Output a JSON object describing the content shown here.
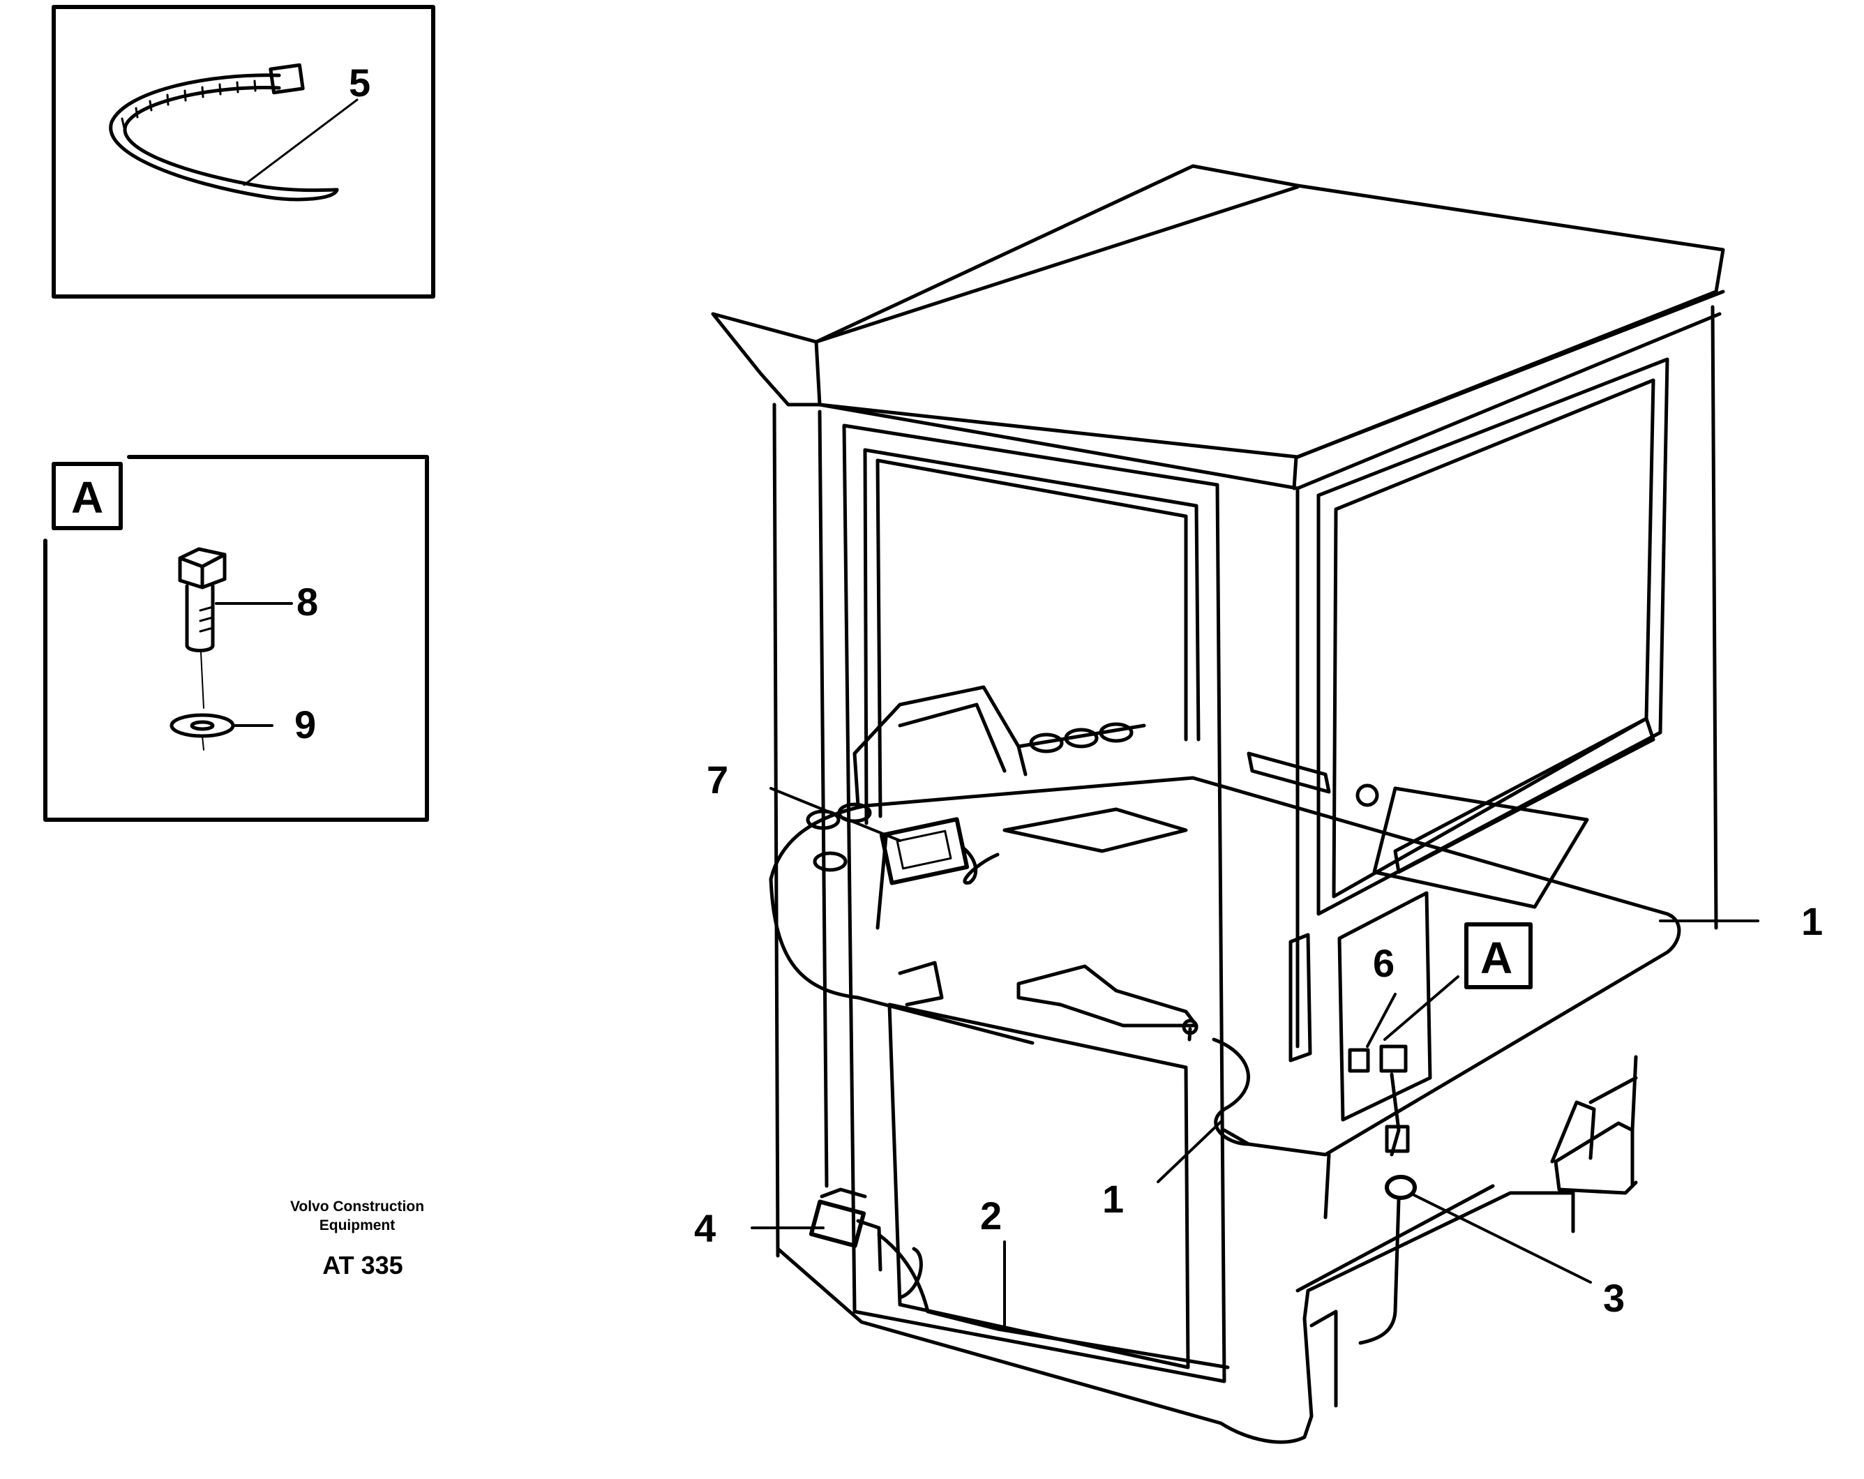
{
  "callouts": {
    "c1_upper": "1",
    "c1_lower": "1",
    "c2": "2",
    "c3": "3",
    "c4": "4",
    "c5": "5",
    "c6": "6",
    "c7": "7",
    "c8": "8",
    "c9": "9"
  },
  "detail_markers": {
    "inset_marker": "A",
    "cab_marker": "A"
  },
  "caption": {
    "line1": "Volvo Construction",
    "line2": "Equipment",
    "code": "AT 335"
  }
}
